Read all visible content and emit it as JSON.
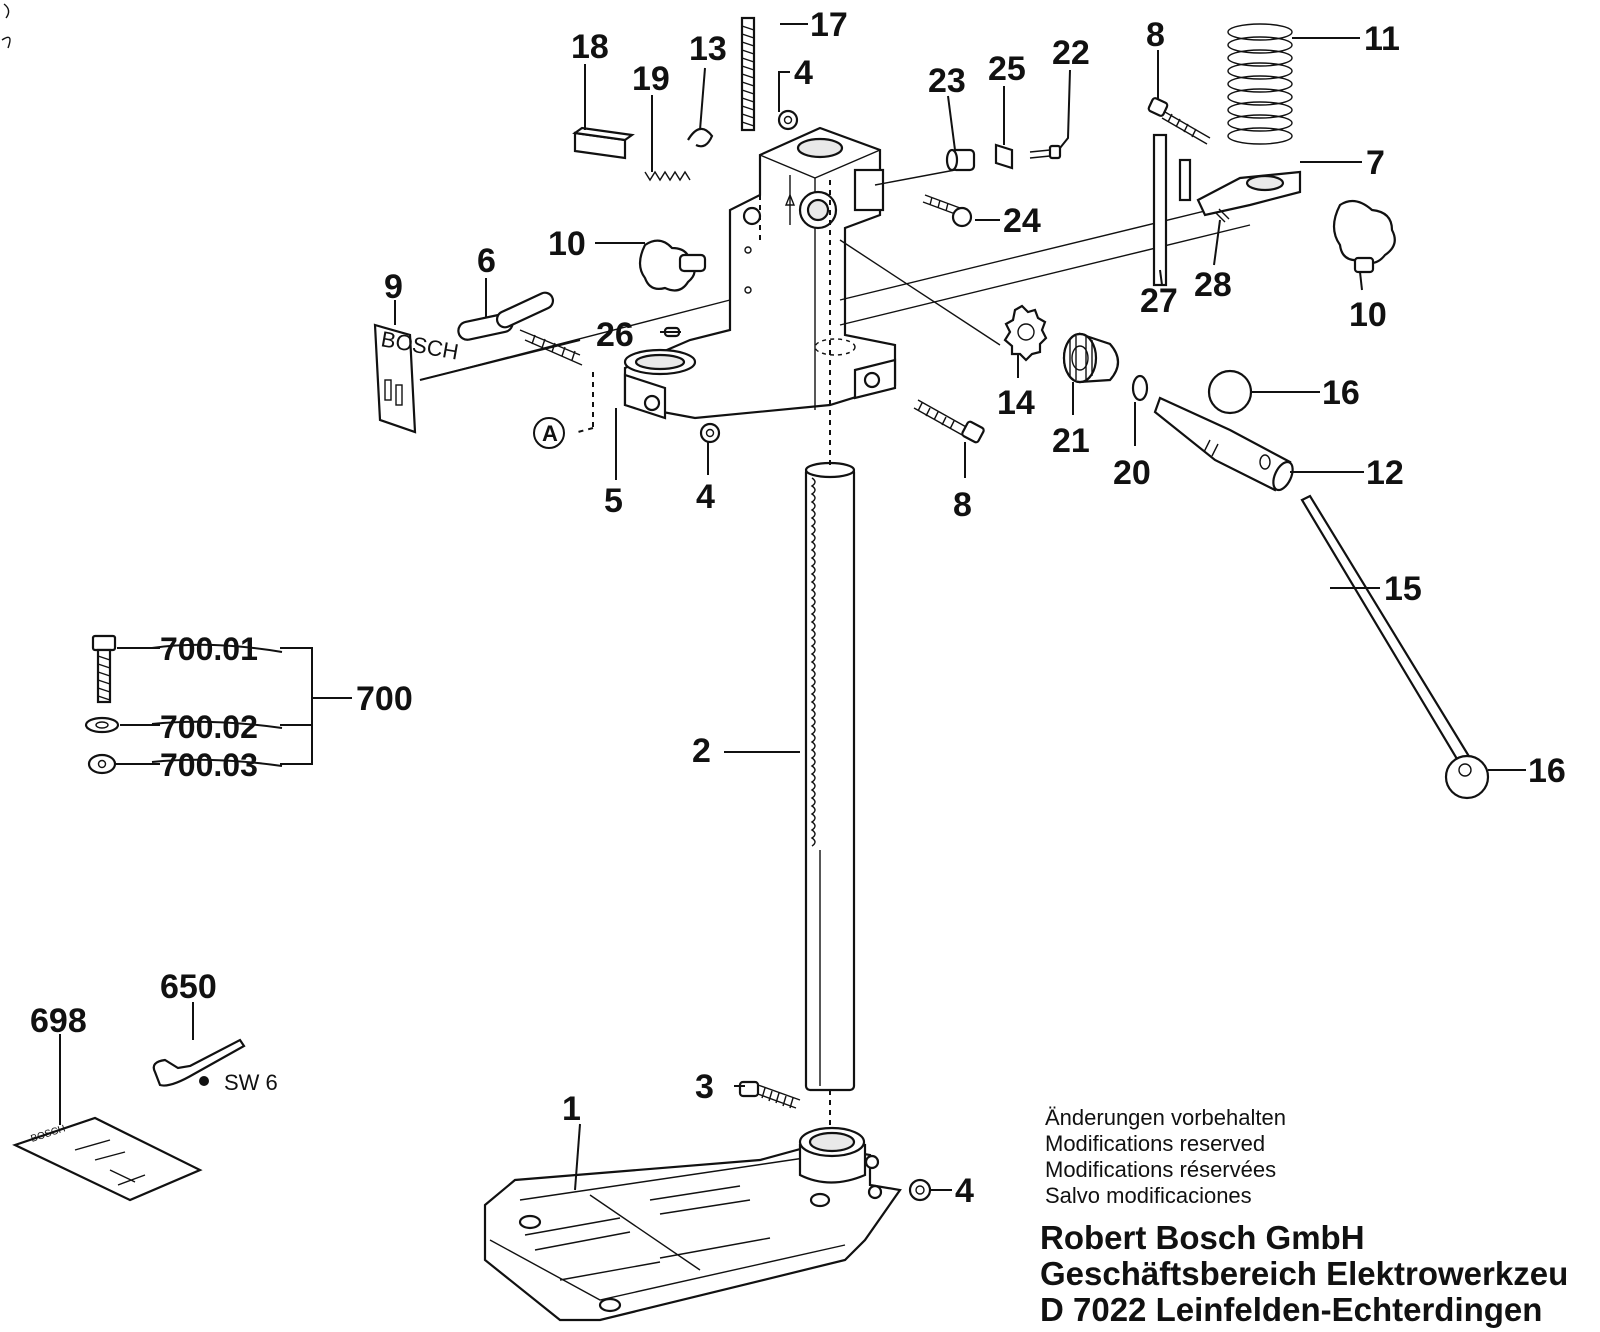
{
  "callouts": {
    "c1": "1",
    "c2": "2",
    "c3": "3",
    "c4a": "4",
    "c4b": "4",
    "c4c": "4",
    "c5": "5",
    "c6": "6",
    "c7": "7",
    "c8a": "8",
    "c8b": "8",
    "c9": "9",
    "c10a": "10",
    "c10b": "10",
    "c11": "11",
    "c12": "12",
    "c13": "13",
    "c14": "14",
    "c15": "15",
    "c16a": "16",
    "c16b": "16",
    "c17": "17",
    "c18": "18",
    "c19": "19",
    "c20": "20",
    "c21": "21",
    "c22": "22",
    "c23": "23",
    "c24": "24",
    "c25": "25",
    "c26": "26",
    "c27": "27",
    "c28": "28",
    "cA": "A",
    "c650": "650",
    "c698": "698",
    "c700": "700",
    "sw6": "SW 6",
    "c700_01": "700.01",
    "c700_02": "700.02",
    "c700_03": "700.03"
  },
  "notes": [
    "Änderungen vorbehalten",
    "Modifications reserved",
    "Modifications réservées",
    "Salvo modificaciones"
  ],
  "company": [
    "Robert Bosch GmbH",
    "Geschäftsbereich Elektrowerkzeu",
    "D 7022 Leinfelden-Echterdingen"
  ]
}
